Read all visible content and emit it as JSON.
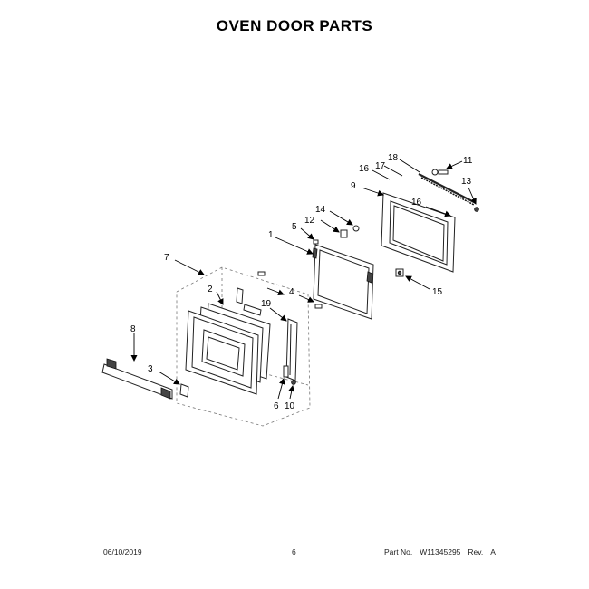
{
  "title": "OVEN DOOR PARTS",
  "callouts": [
    "1",
    "2",
    "3",
    "4",
    "5",
    "6",
    "7",
    "8",
    "9",
    "10",
    "11",
    "12",
    "13",
    "14",
    "15",
    "16",
    "16",
    "17",
    "18",
    "19"
  ],
  "footer": {
    "date": "06/10/2019",
    "page": "6",
    "part_no_label": "Part No.",
    "part_no": "W11345295",
    "rev_label": "Rev.",
    "rev": "A"
  }
}
